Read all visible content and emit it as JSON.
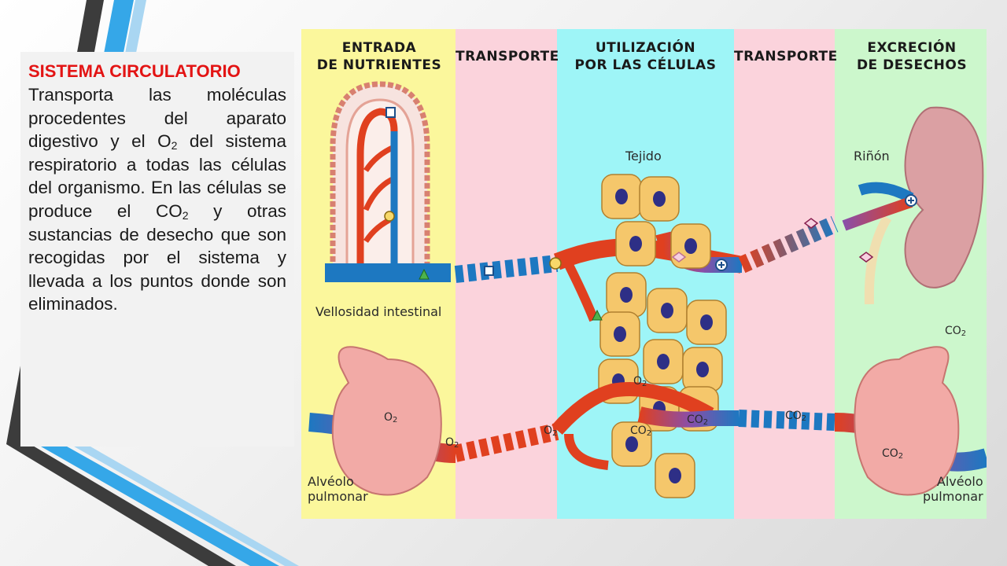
{
  "text_panel": {
    "title": "SISTEMA CIRCULATORIO",
    "body_1": "Transporta las moléculas procedentes del aparato digestivo y el O",
    "body_1_sub": "2",
    "body_2": " del sistema respiratorio a todas las células del organismo. En las células se produce el CO",
    "body_2_sub": "2",
    "body_3": " y otras sustancias de desecho que son recogidas por el sistema y llevada a los puntos donde son eliminados."
  },
  "diagram": {
    "columns": [
      {
        "header_line1": "ENTRADA",
        "header_line2": "DE NUTRIENTES",
        "color": "#fbf79c"
      },
      {
        "header_line1": "TRANSPORTE",
        "header_line2": "",
        "color": "#fbd3dc"
      },
      {
        "header_line1": "UTILIZACIÓN",
        "header_line2": "POR LAS CÉLULAS",
        "color": "#9ef5f7"
      },
      {
        "header_line1": "TRANSPORTE",
        "header_line2": "",
        "color": "#fbd3dc"
      },
      {
        "header_line1": "EXCRECIÓN",
        "header_line2": "DE DESECHOS",
        "color": "#ccf7cc"
      }
    ],
    "labels": {
      "villus": "Vellosidad intestinal",
      "tissue": "Tejido",
      "kidney": "Riñón",
      "alveolus_left_1": "Alvéolo",
      "alveolus_left_2": "pulmonar",
      "alveolus_right_1": "Alvéolo",
      "alveolus_right_2": "pulmonar"
    },
    "chem": {
      "o2_base": "O",
      "co2_base": "CO",
      "sub": "2"
    },
    "colors": {
      "artery": "#e0401f",
      "vein": "#1d78c1",
      "cell_fill": "#f5c76b",
      "nucleus": "#2e2f86",
      "organ": "#f2aaa6",
      "kidney": "#dba0a3"
    }
  }
}
